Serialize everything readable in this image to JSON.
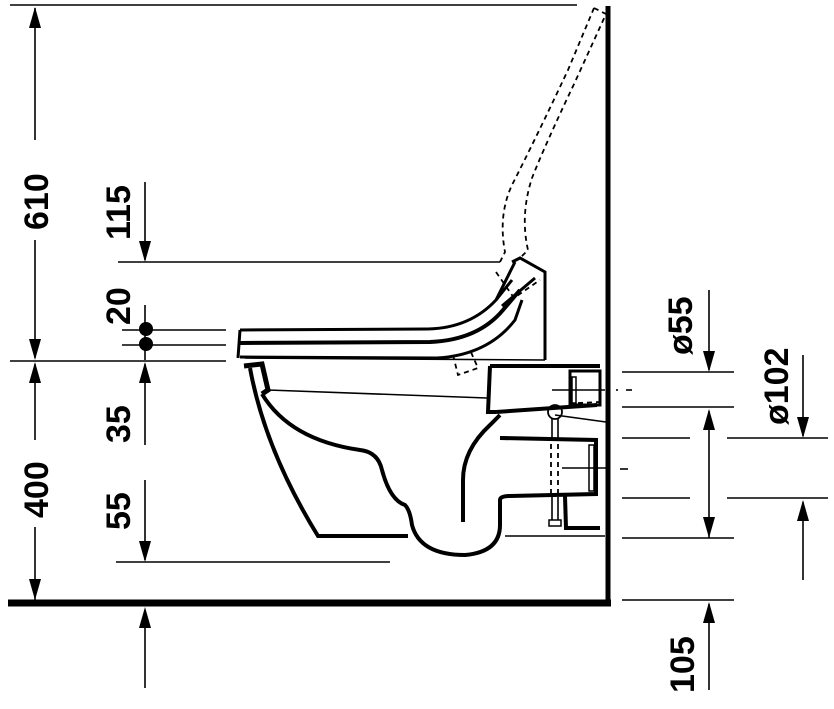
{
  "drawing": {
    "title": "Wall-mounted toilet with shower-toilet seat — side elevation",
    "units": "mm",
    "colors": {
      "line": "#000000",
      "background": "#ffffff"
    },
    "dimensions": {
      "total_height": "610",
      "seat_top_offset": "115",
      "seat_thickness": "20",
      "rim_to_axis": "35",
      "rim_height": "400",
      "bowl_bottom_offset": "55",
      "floor_offset": "105",
      "inlet_diameter": "ø55",
      "outlet_diameter": "ø102"
    }
  }
}
